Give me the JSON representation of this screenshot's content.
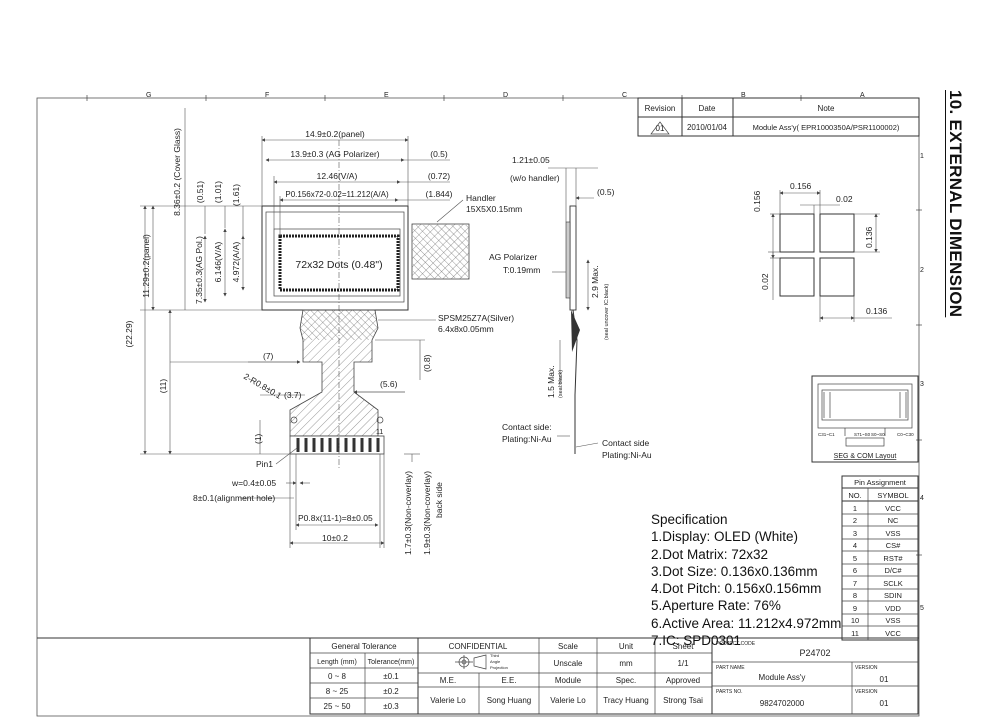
{
  "section_title": "10. EXTERNAL DIMENSION",
  "grid": {
    "top_letters": [
      "G",
      "F",
      "E",
      "D",
      "C",
      "B",
      "A"
    ],
    "right_numbers": [
      "1",
      "2",
      "3",
      "4",
      "5"
    ]
  },
  "revision_table": {
    "headers": [
      "Revision",
      "Date",
      "Note"
    ],
    "rows": [
      [
        "01",
        "2010/01/04",
        "Module Ass'y( EPR1000350A/PSR1100002)"
      ]
    ]
  },
  "front_view": {
    "panel_width": "14.9±0.2(panel)",
    "ag_polarizer_width": "13.9±0.3 (AG Polarizer)",
    "ag_offset": "(0.5)",
    "va_width": "12.46(V/A)",
    "va_offset": "(0.72)",
    "aa_formula": "P0.156x72-0.02=11.212(A/A)",
    "aa_offset": "(1.844)",
    "cover_glass_height": "8.36±0.2 (Cover Glass)",
    "h_051": "(0.51)",
    "h_101": "(1.01)",
    "h_161": "(1.61)",
    "panel_height": "11.29±0.2(panel)",
    "ag_pol_height": "7.35±0.3(AG Pol.)",
    "va_height": "6.146(V/A)",
    "aa_height": "4.972(A/A)",
    "dots_label": "72x32 Dots (0.48\")",
    "handler_label": "Handler",
    "handler_size": "15X5X0.15mm",
    "total_height": "(22.29)",
    "fpc_height": "(11)",
    "fpc_tail": "(7)",
    "fpc_08": "(0.8)",
    "fpc_56": "(5.6)",
    "hole_radius": "2-R0.8±0.1",
    "fpc_37": "(3.7)",
    "fpc_1": "(1)",
    "spsm_label": "SPSM25Z7A(Silver)",
    "spsm_size": "6.4x8x0.05mm",
    "pin1": "Pin1",
    "pin11": "11",
    "pin_width": "w=0.4±0.05",
    "alignment_hole": "8±0.1(alignment hole)",
    "pitch": "P0.8x(11-1)=8±0.05",
    "fpc_width": "10±0.2",
    "thk_noncoverlay": "1.7±0.3(Non-coverlay)",
    "thk_noncoverlay_back": "1.9±0.3(Non-coverlay)",
    "back_side": "back side"
  },
  "side_view": {
    "thickness": "1.21±0.05",
    "without_handler": "(w/o handler)",
    "offset": "(0.5)",
    "ag_polarizer": "AG Polarizer",
    "ag_thickness": "T:0.19mm",
    "max_29": "2.9 Max.",
    "seal_uncover": "(seal uncover IC:black)",
    "max_15": "1.5 Max.",
    "seal_black": "(seal:black)",
    "contact_side_1": "Contact side:",
    "plating_1": "Plating:Ni-Au",
    "contact_side_2": "Contact side",
    "plating_2": "Plating:Ni-Au"
  },
  "pixel_detail": {
    "pitch_h": "0.156",
    "gap_h": "0.02",
    "pitch_v": "0.156",
    "size_v": "0.136",
    "gap_v": "0.02",
    "size_h": "0.136"
  },
  "seg_com": {
    "label": "SEG & COM Layout",
    "c1": "C31~C1",
    "c2": "S71~S0",
    "c3": "S0~S0",
    "c4": "C0~C30"
  },
  "pin_assignment": {
    "title": "Pin Assignment",
    "headers": [
      "NO.",
      "SYMBOL"
    ],
    "rows": [
      [
        "1",
        "VCC"
      ],
      [
        "2",
        "NC"
      ],
      [
        "3",
        "VSS"
      ],
      [
        "4",
        "CS#"
      ],
      [
        "5",
        "RST#"
      ],
      [
        "6",
        "D/C#"
      ],
      [
        "7",
        "SCLK"
      ],
      [
        "8",
        "SDIN"
      ],
      [
        "9",
        "VDD"
      ],
      [
        "10",
        "VSS"
      ],
      [
        "11",
        "VCC"
      ]
    ]
  },
  "specification": {
    "title": "Specification",
    "lines": [
      "1.Display: OLED (White)",
      "2.Dot Matrix: 72x32",
      "3.Dot Size: 0.136x0.136mm",
      "4.Dot Pitch: 0.156x0.156mm",
      "5.Aperture Rate: 76%",
      "6.Active Area: 11.212x4.972mm",
      "7.IC: SPD0301"
    ]
  },
  "title_block": {
    "general_tolerance": "General Tolerance",
    "length_header": "Length (mm)",
    "tolerance_header": "Tolerance(mm)",
    "tolerances": [
      [
        "0 ~ 8",
        "±0.1"
      ],
      [
        "8 ~ 25",
        "±0.2"
      ],
      [
        "25 ~ 50",
        "±0.3"
      ]
    ],
    "confidential": "CONFIDENTIAL",
    "projection_1": "Third",
    "projection_2": "Angle",
    "projection_3": "Projection",
    "scale_header": "Scale",
    "scale_value": "Unscale",
    "unit_header": "Unit",
    "unit_value": "mm",
    "sheet_header": "Sheet",
    "sheet_value": "1/1",
    "roles": [
      "M.E.",
      "E.E.",
      "Module",
      "Spec.",
      "Approved"
    ],
    "names": [
      "Valerie Lo",
      "Song Huang",
      "Valerie Lo",
      "Tracy Huang",
      "Strong Tsai"
    ],
    "project_code_label": "PROJECT CODE",
    "project_code": "P24702",
    "part_name_label": "PART NAME",
    "part_name": "Module Ass'y",
    "version_label": "VERSION",
    "version_1": "01",
    "parts_no_label": "PARTS NO.",
    "parts_no": "9824702000",
    "version_2": "01"
  }
}
